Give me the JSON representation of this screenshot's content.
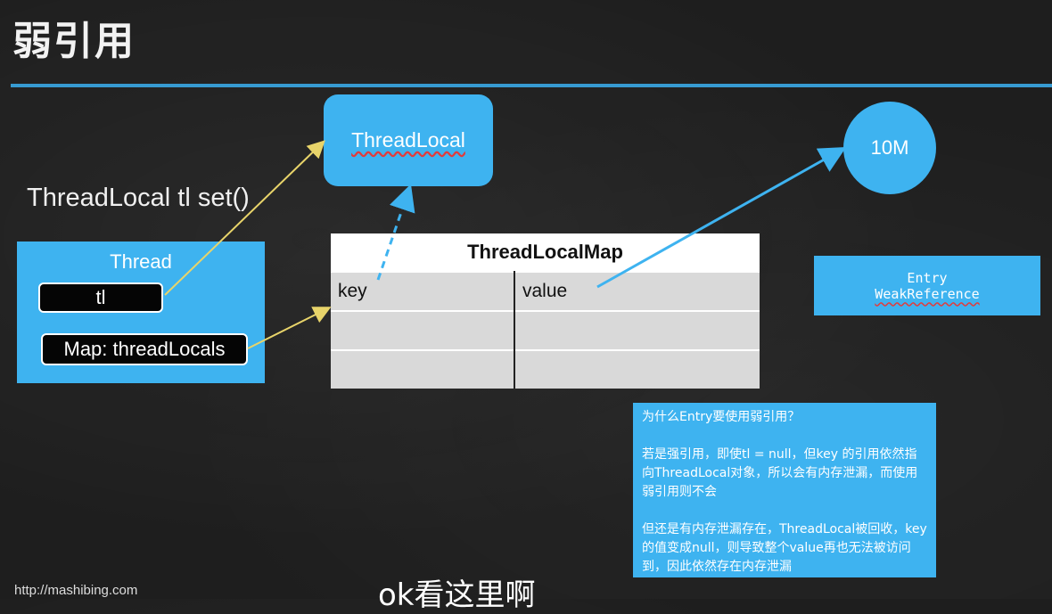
{
  "title": "弱引用",
  "thread_local_box": {
    "label": "ThreadLocal"
  },
  "set_label": "ThreadLocal tl set()",
  "thread_box": {
    "title": "Thread",
    "tl_label": "tl",
    "map_label": "Map: threadLocals"
  },
  "map_table": {
    "title": "ThreadLocalMap",
    "columns": [
      "key",
      "value"
    ],
    "rows": [
      [
        "",
        ""
      ],
      [
        "",
        ""
      ]
    ]
  },
  "circle": {
    "label": "10M"
  },
  "entry": {
    "line1": "Entry",
    "line2": "WeakReference"
  },
  "note": {
    "p1": "为什么Entry要使用弱引用？",
    "p2": "若是强引用，即使tl = null，但key 的引用依然指向ThreadLocal对象，所以会有内存泄漏，而使用弱引用则不会",
    "p3": "但还是有内存泄漏存在，ThreadLocal被回收，key 的值变成null，则导致整个value再也无法被访问到，因此依然存在内存泄漏"
  },
  "footer_url": "http://mashibing.com",
  "subtitle": "ok看这里啊",
  "colors": {
    "accent": "#3eb3f0",
    "arrow_yellow": "#e8d46a",
    "background": "#1e1e1e"
  }
}
